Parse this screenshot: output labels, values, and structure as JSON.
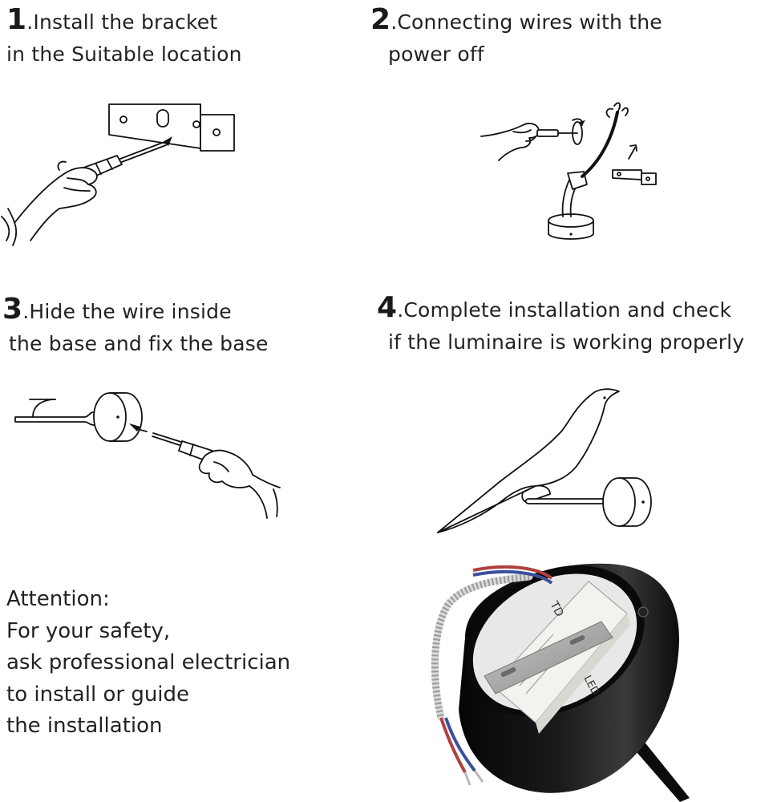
{
  "steps": [
    {
      "number": "1",
      "line1": ".Install the bracket",
      "line2": "in the Suitable location"
    },
    {
      "number": "2",
      "line1": ".Connecting wires with the",
      "line2": "power off"
    },
    {
      "number": "3",
      "line1": ".Hide the wire inside",
      "line2": "the base and fix the base"
    },
    {
      "number": "4",
      "line1": ".Complete installation and check",
      "line2": "if the luminaire is working properly"
    }
  ],
  "attention": {
    "heading": "Attention:",
    "lines": [
      "For your safety,",
      "ask  professional electrician",
      "to install or guide",
      "the installation"
    ]
  },
  "driver_label": {
    "brand": "TD",
    "title": "LED DRIVER"
  },
  "colors": {
    "ink": "#111111",
    "text": "#222222",
    "fixture": "#0c0c0c",
    "bracket": "#9a9a9a",
    "wire_red": "#b0413e",
    "wire_blue": "#3c4f9c"
  }
}
